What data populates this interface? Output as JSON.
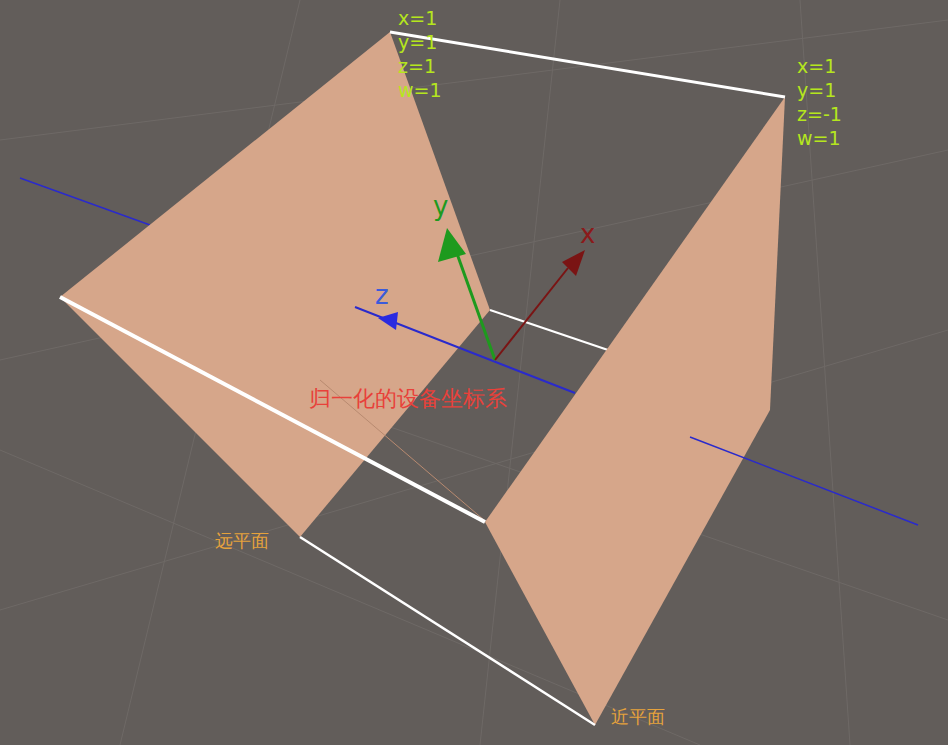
{
  "diagram": {
    "labels": [
      "x=1 y=1 z=1 w=1",
      "x=1 y=1 z=-1 w=1",
      "y",
      "x",
      "z",
      "归一化的设备坐标系",
      "远平面",
      "近平面"
    ]
  }
}
